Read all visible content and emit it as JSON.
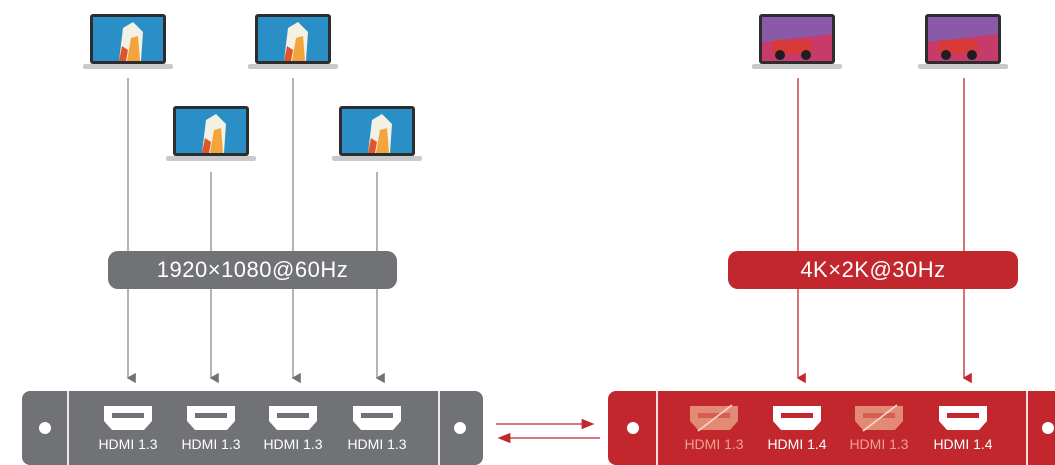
{
  "left_group": {
    "resolution_label": "1920×1080@60Hz",
    "ports": [
      {
        "label": "HDMI 1.3",
        "state": "active"
      },
      {
        "label": "HDMI 1.3",
        "state": "active"
      },
      {
        "label": "HDMI 1.3",
        "state": "active"
      },
      {
        "label": "HDMI 1.3",
        "state": "active"
      }
    ]
  },
  "right_group": {
    "resolution_label": "4K×2K@30Hz",
    "ports": [
      {
        "label": "HDMI 1.3",
        "state": "disabled"
      },
      {
        "label": "HDMI 1.4",
        "state": "active"
      },
      {
        "label": "HDMI 1.3",
        "state": "disabled"
      },
      {
        "label": "HDMI 1.4",
        "state": "active"
      }
    ]
  },
  "colors": {
    "gray": "#707276",
    "red": "#c1272d",
    "disabled_port": "#f0a38b"
  }
}
